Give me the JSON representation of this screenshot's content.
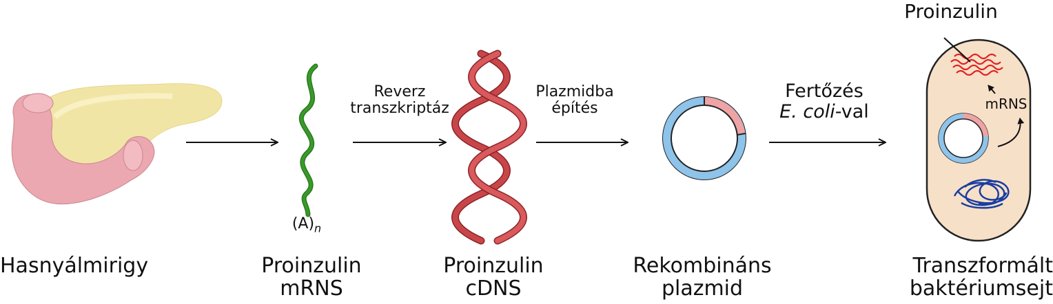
{
  "labels": {
    "pancreas": "Hasnyálmirigy",
    "mrna_line1": "Proinzulin",
    "mrna_line2": "mRNS",
    "cdna_line1": "Proinzulin",
    "cdna_line2": "cDNS",
    "plasmid_line1": "Rekombináns",
    "plasmid_line2": "plazmid",
    "bacterium_line1": "Transzformált",
    "bacterium_line2": "baktériumsejt"
  },
  "arrows": {
    "rt_line1": "Reverz",
    "rt_line2": "transzkriptáz",
    "plasmid_line1": "Plazmidba",
    "plasmid_line2": "építés",
    "infect_line1": "Fertőzés",
    "infect_line2_italic": "E. coli",
    "infect_line2_rest": "-val"
  },
  "annotations": {
    "polya": "(A)",
    "polya_sub": "n",
    "proinsulin": "Proinzulin",
    "mrns_inside": "mRNS"
  },
  "colors": {
    "mrna_green": "#3a9a2a",
    "dna_red": "#c8464a",
    "plasmid_blue": "#8ec3ea",
    "plasmid_pink": "#eea3a5",
    "cell_fill": "#f7e0c8",
    "chromosome_blue": "#1a3ea0",
    "protein_red": "#e02020",
    "pancreas_pink": "#eba8b0",
    "pancreas_yellow": "#f1e5a6"
  }
}
